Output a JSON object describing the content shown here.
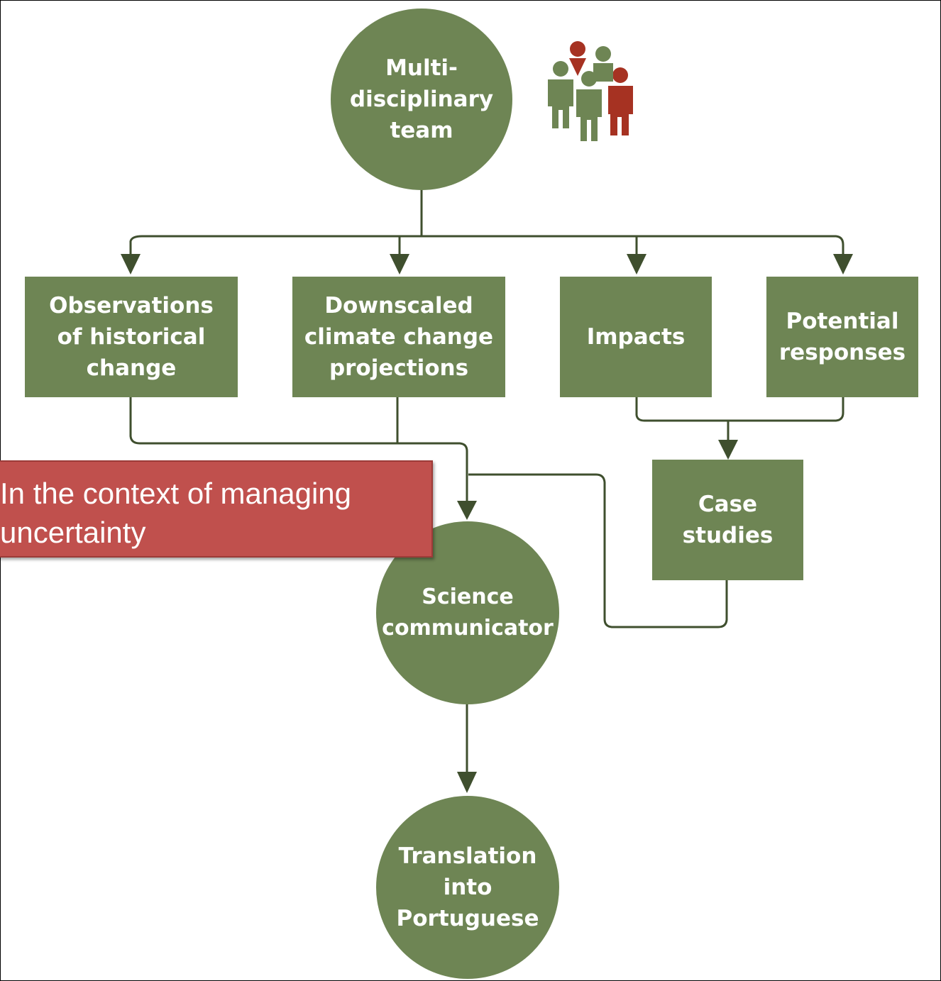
{
  "colors": {
    "node_fill": "#6e8554",
    "connector": "#3f4f2e",
    "people_green": "#6e8554",
    "people_red": "#a63222",
    "callout_fill": "#c0504d"
  },
  "icon": "team-people-icon",
  "nodes": {
    "team": "Multi-\ndisciplinary\nteam",
    "observations": "Observations\nof historical\nchange",
    "downscaled": "Downscaled\nclimate change\nprojections",
    "impacts": "Impacts",
    "responses": "Potential\nresponses",
    "case_studies": "Case\nstudies",
    "communicator": "Science\ncommunicator",
    "translation": "Translation\ninto\nPortuguese"
  },
  "callout": "In the context of managing\nuncertainty"
}
